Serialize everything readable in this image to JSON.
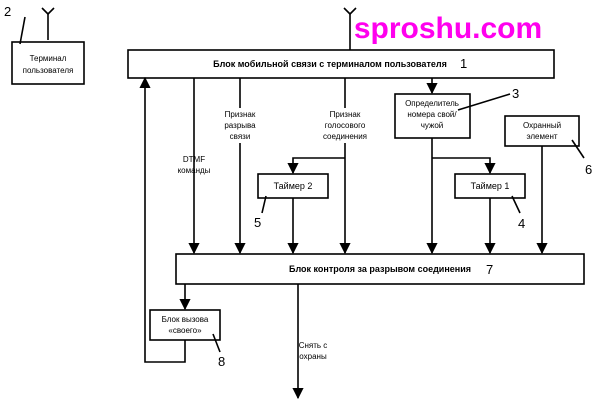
{
  "watermark": "sproshu.com",
  "blocks": {
    "terminal": {
      "line1": "Терминал",
      "line2": "пользователя",
      "number": "2"
    },
    "mobile": {
      "label": "Блок мобильной связи с терминалом пользователя",
      "number": "1"
    },
    "determinant": {
      "line1": "Определитель",
      "line2": "номера свой/",
      "line3": "чужой",
      "number": "3"
    },
    "security": {
      "line1": "Охранный",
      "line2": "элемент",
      "number": "6"
    },
    "timer2": {
      "label": "Таймер 2",
      "number": "5"
    },
    "timer1": {
      "label": "Таймер 1",
      "number": "4"
    },
    "control": {
      "label": "Блок контроля за разрывом соединения",
      "number": "7"
    },
    "call": {
      "line1": "Блок вызова",
      "line2": "«своего»",
      "number": "8"
    }
  },
  "signals": {
    "dtmf": {
      "line1": "DTMF",
      "line2": "команды"
    },
    "break": {
      "line1": "Признак",
      "line2": "разрыва",
      "line3": "связи"
    },
    "voice": {
      "line1": "Признак",
      "line2": "голосового",
      "line3": "соединения"
    },
    "disarm": {
      "line1": "Снять с",
      "line2": "охраны"
    }
  }
}
